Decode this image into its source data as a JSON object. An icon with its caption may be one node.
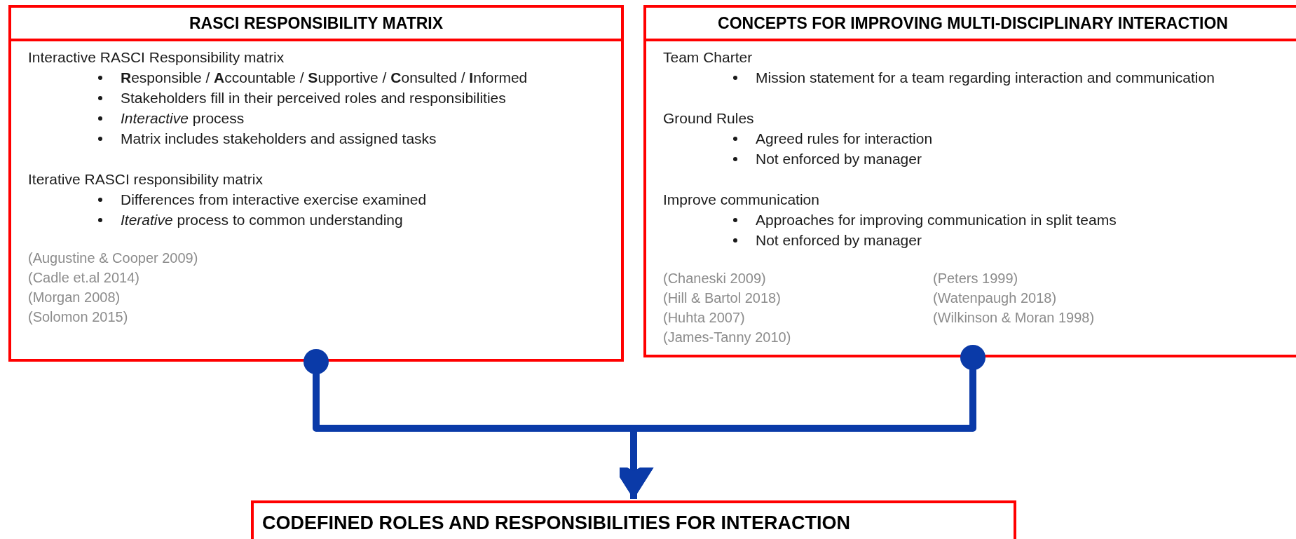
{
  "diagram": {
    "nodes": [
      {
        "text": [
          "RASCI RESPONSIBILITY MATRIX",
          "Interactive RASCI Responsibility matrix",
          "**R**esponsible / **A**ccountable / **S**upportive / **C**onsulted / **I**nformed",
          "Stakeholders fill in their perceived roles and responsibilities",
          "*Interactive* process",
          "Matrix includes stakeholders and assigned tasks",
          "Iterative RASCI responsibility matrix",
          "Differences from interactive exercise examined",
          "*Iterative* process to common understanding",
          "(Augustine & Cooper 2009)",
          "(Cadle et.al 2014)",
          "(Morgan 2008)",
          "(Solomon 2015)"
        ]
      },
      {
        "text": [
          "CONCEPTS FOR IMPROVING MULTI-DISCIPLINARY INTERACTION",
          "Team Charter",
          "Mission statement for a team regarding interaction and communication",
          "Ground Rules",
          "Agreed rules for interaction",
          "Not enforced by manager",
          "Improve communication",
          "Approaches for improving communication in split teams",
          "Not enforced by manager",
          "(Chaneski 2009)",
          "(Hill & Bartol 2018)",
          "(Huhta 2007)",
          "(James-Tanny 2010)",
          "(Peters 1999)",
          "(Watenpaugh 2018)",
          "(Wilkinson & Moran 1998)"
        ]
      },
      {
        "text": [
          "CODEFINED ROLES AND RESPONSIBILITIES FOR INTERACTION"
        ]
      }
    ],
    "edges": [
      {
        "from": 0,
        "to": 2,
        "arrow": "to"
      },
      {
        "from": 1,
        "to": 2,
        "arrow": "to"
      }
    ]
  }
}
